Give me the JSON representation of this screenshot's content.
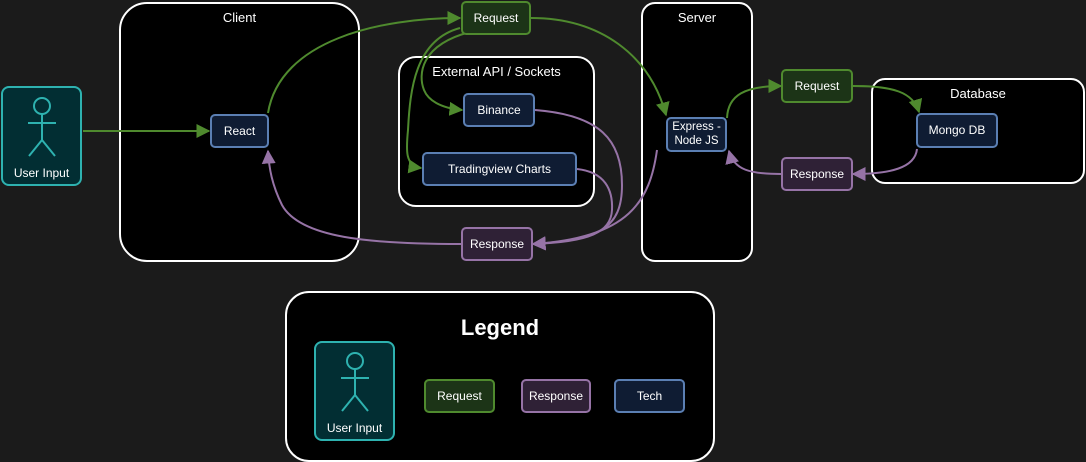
{
  "containers": {
    "client": "Client",
    "external_api": "External API /  Sockets",
    "server": "Server",
    "database": "Database"
  },
  "actor": {
    "user_input": "User Input"
  },
  "nodes": {
    "react": "React",
    "binance": "Binance",
    "tradingview": "Tradingview Charts",
    "express": "Express -\nNode JS",
    "mongodb": "Mongo DB",
    "request_top": "Request",
    "response_bottom": "Response",
    "request_db": "Request",
    "response_db": "Response"
  },
  "legend": {
    "title": "Legend",
    "user_input": "User Input",
    "request": "Request",
    "response": "Response",
    "tech": "Tech"
  },
  "colors": {
    "background": "#1b1b1b",
    "container_fill": "#000000",
    "container_border": "#ffffff",
    "request_fill": "#1c3417",
    "request_border": "#4f8a2e",
    "response_fill": "#2f2136",
    "response_border": "#9673a6",
    "tech_fill": "#0f1c33",
    "tech_border": "#5b7fb3",
    "actor_fill": "#022e33",
    "actor_border": "#2eb2b0"
  },
  "icons": {
    "actor": "stick-figure-icon",
    "arrowhead": "arrowhead-icon"
  }
}
